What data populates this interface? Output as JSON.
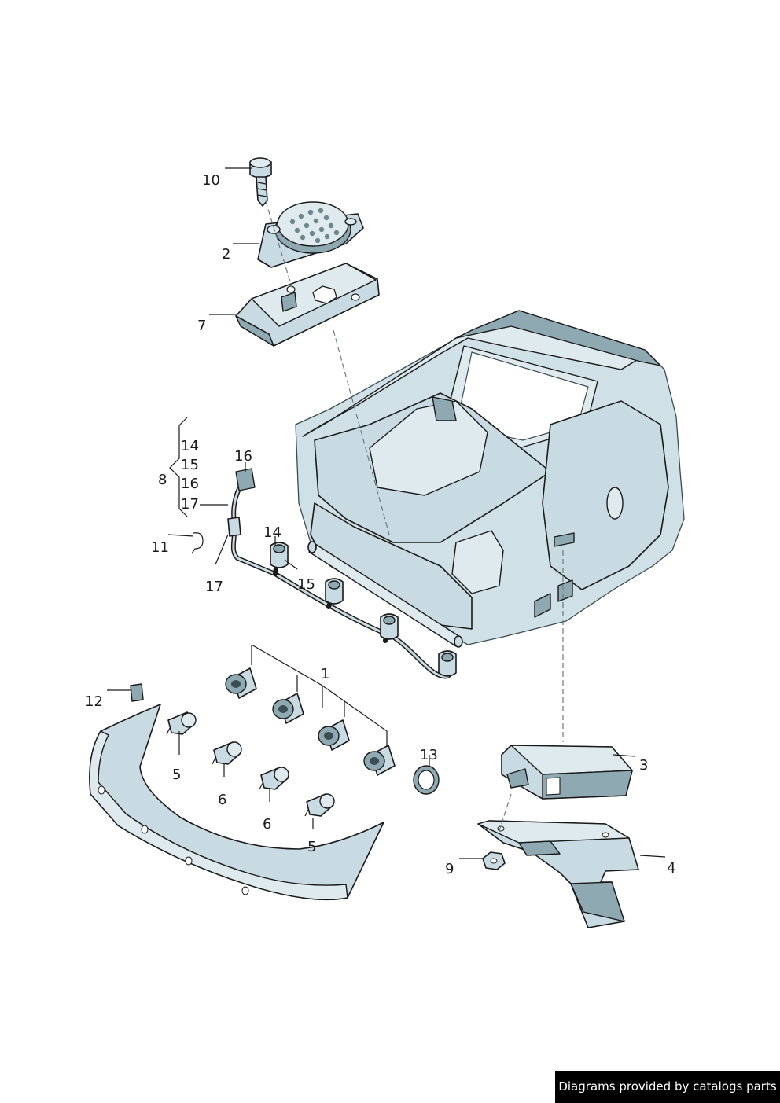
{
  "callouts": {
    "c1": "1",
    "c2": "2",
    "c3": "3",
    "c4": "4",
    "c5a": "5",
    "c5b": "5",
    "c6a": "6",
    "c6b": "6",
    "c7": "7",
    "c8": "8",
    "c9": "9",
    "c10": "10",
    "c11": "11",
    "c12": "12",
    "c13": "13",
    "c14a": "14",
    "c14b": "14",
    "c15a": "15",
    "c15b": "15",
    "c16a": "16",
    "c16b": "16",
    "c17a": "17",
    "c17b": "17"
  },
  "footer": {
    "credit": "Diagrams provided by catalogs parts"
  }
}
